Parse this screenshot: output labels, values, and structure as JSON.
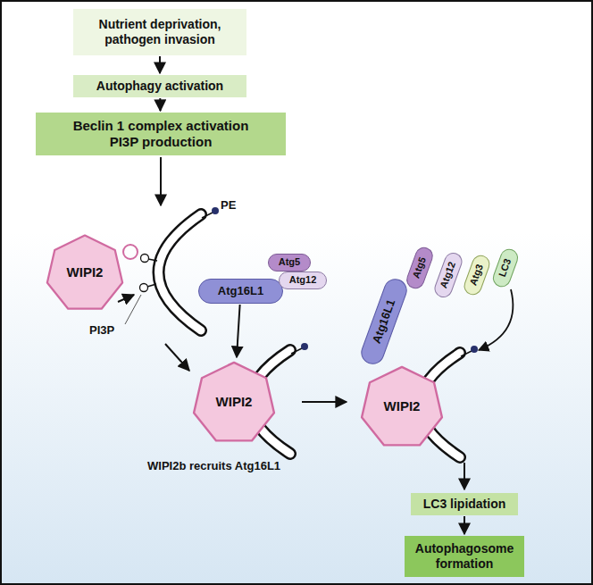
{
  "diagram": {
    "nodes": [
      {
        "text": [
          "Nutrient deprivation, pathogen invasion"
        ]
      },
      {
        "text": [
          "Autophagy activation"
        ]
      },
      {
        "text": [
          "Beclin 1 complex activation PI3P production"
        ]
      },
      {
        "text": [
          "WIPI2"
        ]
      },
      {
        "text": [
          "Atg16L1"
        ]
      },
      {
        "text": [
          "Atg5"
        ]
      },
      {
        "text": [
          "Atg12"
        ]
      },
      {
        "text": [
          "WIPI2"
        ]
      },
      {
        "text": [
          "Atg16L1"
        ]
      },
      {
        "text": [
          "Atg5"
        ]
      },
      {
        "text": [
          "Atg12"
        ]
      },
      {
        "text": [
          "Atg3"
        ]
      },
      {
        "text": [
          "LC3"
        ]
      },
      {
        "text": [
          "WIPI2"
        ]
      },
      {
        "text": [
          "LC3 lipidation"
        ]
      },
      {
        "text": [
          "Autophagosome formation"
        ]
      }
    ],
    "edges": [
      {
        "from": 0,
        "to": 1,
        "arrow": "to"
      },
      {
        "from": 1,
        "to": 2,
        "arrow": "to"
      },
      {
        "from": 4,
        "to": 7,
        "arrow": "to"
      },
      {
        "from": 14,
        "to": 15,
        "arrow": "to"
      }
    ],
    "labels": [
      "PE",
      "PI3P",
      "WIPI2b recruits Atg16L1"
    ]
  }
}
